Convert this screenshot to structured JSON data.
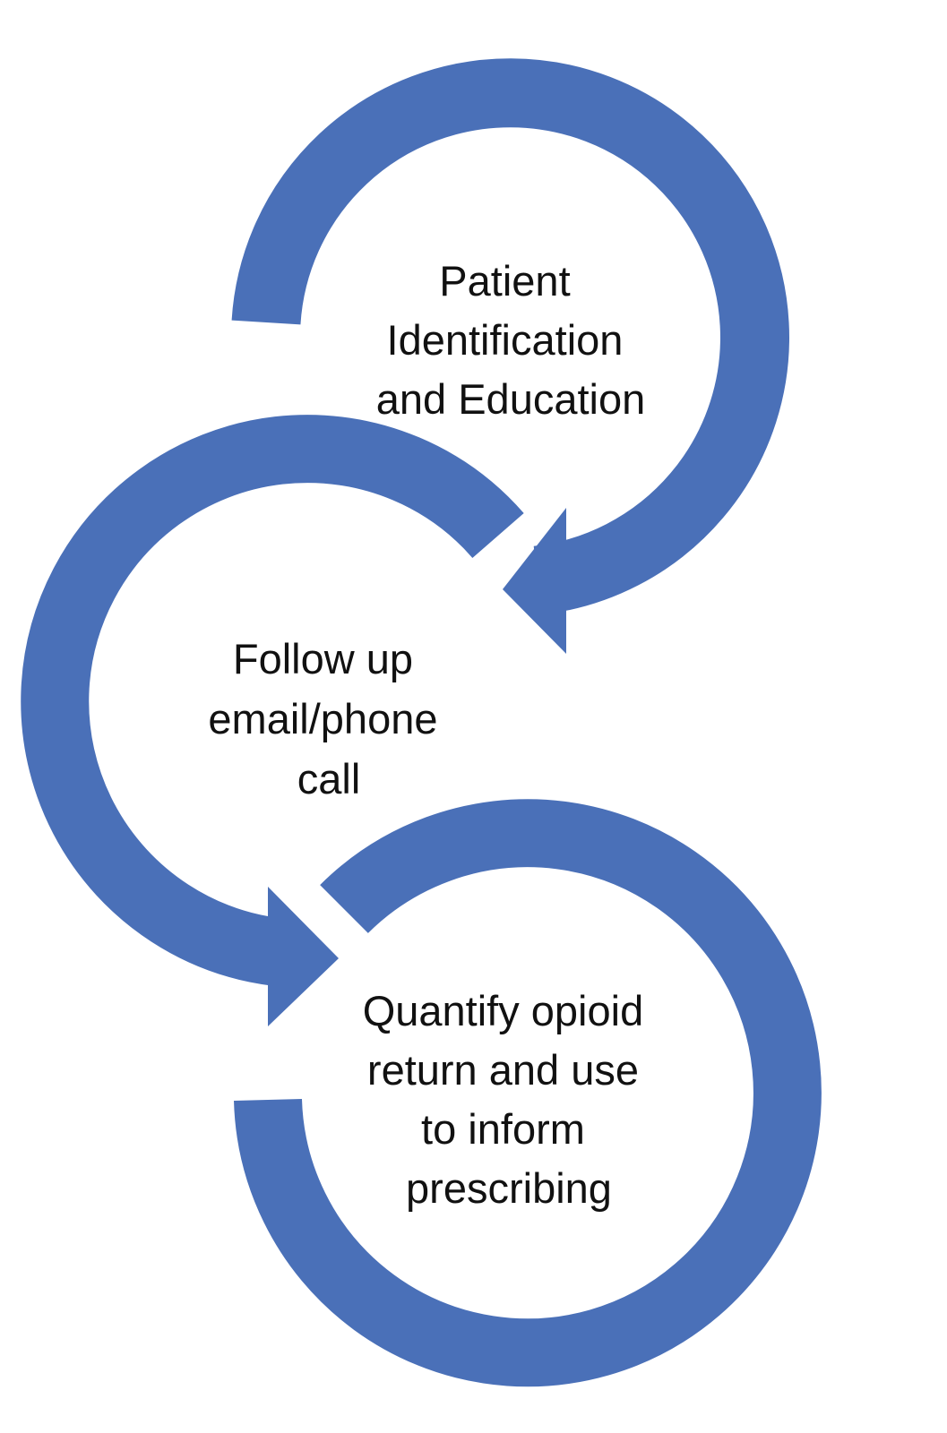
{
  "diagram": {
    "accent_color": "#4a70b8",
    "steps": [
      {
        "lines": [
          "Patient",
          "Identification",
          "and Education"
        ]
      },
      {
        "lines": [
          "Follow up",
          "email/phone",
          "call"
        ]
      },
      {
        "lines": [
          "Quantify opioid",
          "return and use",
          "to inform",
          "prescribing"
        ]
      }
    ]
  }
}
